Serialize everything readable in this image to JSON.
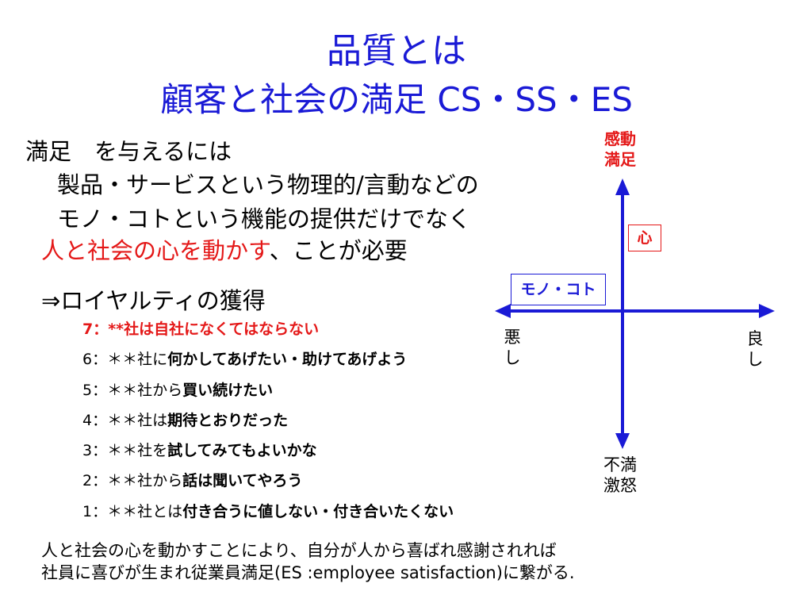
{
  "title": {
    "line1": "品質とは",
    "line2": "顧客と社会の満足 CS・SS・ES"
  },
  "body": {
    "line1": "満足　を与えるには",
    "line2": "製品・サービスという物理的/言動などの",
    "line3": "モノ・コトという機能の提供だけでなく",
    "line4_red": "人と社会の心を動かす",
    "line4_rest": "、ことが必要",
    "line5": "⇒ロイヤルティの獲得"
  },
  "scale": [
    {
      "prefix": "7：",
      "text": "**社は自社になくてはならない"
    },
    {
      "prefix": "6：＊＊社に",
      "text": "何かしてあげたい・助けてあげよう"
    },
    {
      "prefix": "5：＊＊社から",
      "text": "買い続けたい"
    },
    {
      "prefix": "4：＊＊社は",
      "text": "期待とおりだった"
    },
    {
      "prefix": "3：＊＊社を",
      "text": "試してみてもよいかな"
    },
    {
      "prefix": "2：＊＊社から",
      "text": "話は聞いてやろう"
    },
    {
      "prefix": "1：＊＊社とは",
      "text": "付き合うに値しない・付き合いたくない"
    }
  ],
  "bottom": {
    "line1": "人と社会の心を動かすことにより、自分が人から喜ばれ感謝されれば",
    "line2": "社員に喜びが生まれ従業員満足(ES :employee satisfaction)に繋がる."
  },
  "diagram": {
    "top_label_1": "感動",
    "top_label_2": "満足",
    "bottom_label_1": "不満",
    "bottom_label_2": "激怒",
    "left_label_1": "悪",
    "left_label_2": "し",
    "right_label_1": "良",
    "right_label_2": "し",
    "box_kokoro": "心",
    "box_mono": "モノ・コト"
  },
  "colors": {
    "title": "#1a1ad6",
    "accent_red": "#e41818",
    "axis": "#1a1ad6"
  }
}
